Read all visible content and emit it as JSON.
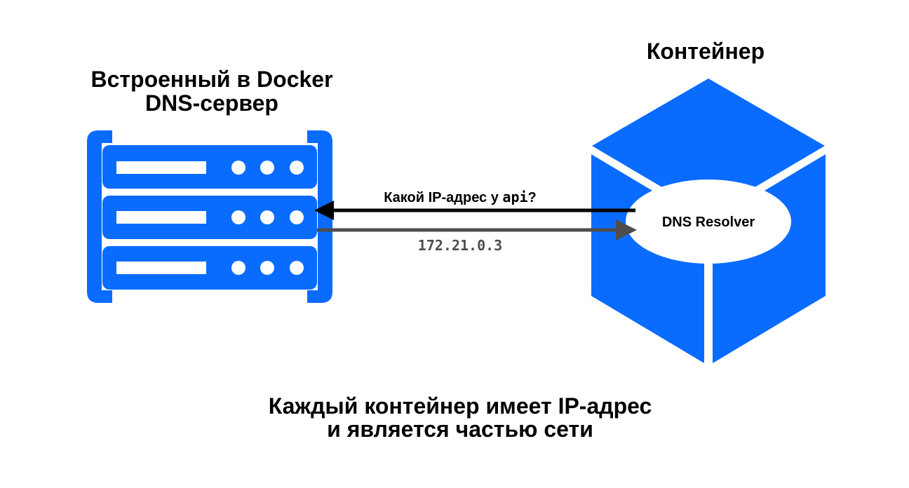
{
  "server": {
    "title_line1": "Встроенный в Docker",
    "title_line2": "DNS-сервер"
  },
  "container": {
    "title": "Контейнер",
    "resolver_label": "DNS Resolver"
  },
  "request": {
    "text_prefix": "Какой IP-адрес у ",
    "text_code": "api",
    "text_suffix": "?"
  },
  "response": {
    "ip": "172.21.0.3"
  },
  "caption": {
    "line1": "Каждый контейнер имеет IP-адрес",
    "line2": "и является частью сети"
  },
  "colors": {
    "accent_blue": "#0a6cff",
    "request_arrow": "#000000",
    "response_arrow": "#4d4d4d",
    "response_text": "#4d4d4d"
  },
  "icons": {
    "server": "server-rack-icon",
    "container": "container-cube-icon"
  }
}
